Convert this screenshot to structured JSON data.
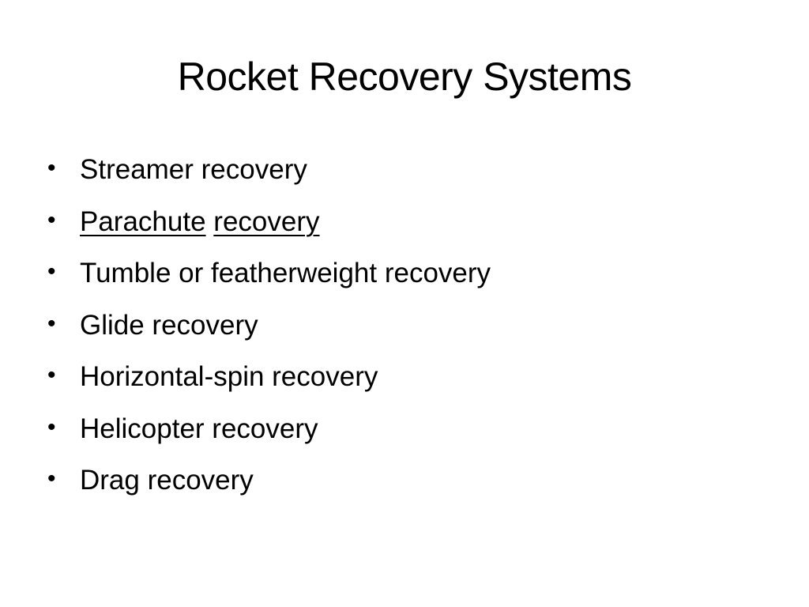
{
  "slide": {
    "title": "Rocket Recovery Systems",
    "bullets": [
      "Streamer recovery",
      {
        "part1": "Parachute",
        "part2": "recovery"
      },
      "Tumble or featherweight recovery",
      "Glide recovery",
      "Horizontal-spin recovery",
      "Helicopter recovery",
      "Drag recovery"
    ]
  }
}
